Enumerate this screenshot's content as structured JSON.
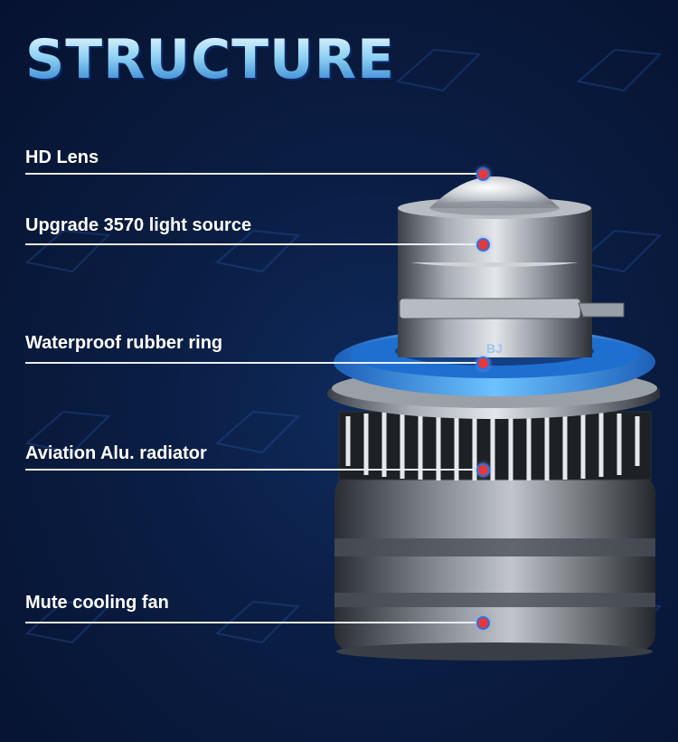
{
  "title": "STRUCTURE",
  "callouts": [
    {
      "label": "HD Lens"
    },
    {
      "label": "Upgrade 3570 light source"
    },
    {
      "label": "Waterproof rubber ring"
    },
    {
      "label": "Aviation Alu. radiator"
    },
    {
      "label": "Mute cooling fan"
    }
  ],
  "product_mark": "BJ",
  "colors": {
    "title_gradient_top": "#e3f6ff",
    "title_gradient_bottom": "#2f7fd0",
    "background": "#0a1d42",
    "ring_blue": "#2e8fe0",
    "dot_red": "#e23a3a"
  }
}
